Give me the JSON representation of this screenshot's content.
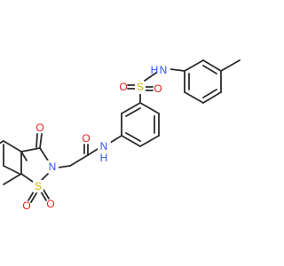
{
  "molecule": {
    "atoms": [
      {
        "id": "N_sulfonamide",
        "text": "N",
        "color": "#3050f8"
      },
      {
        "id": "H_sulfonamide",
        "text": "H",
        "color": "#3050f8"
      },
      {
        "id": "S_sulfonyl",
        "text": "S",
        "color": "#d4b000"
      },
      {
        "id": "O_sulfonyl_left",
        "text": "O",
        "color": "#e0201b"
      },
      {
        "id": "O_sulfonyl_right",
        "text": "O",
        "color": "#e0201b"
      },
      {
        "id": "O_amide",
        "text": "O",
        "color": "#e0201b"
      },
      {
        "id": "N_amide",
        "text": "N",
        "color": "#3050f8"
      },
      {
        "id": "H_amide",
        "text": "H",
        "color": "#3050f8"
      },
      {
        "id": "O_ketone",
        "text": "O",
        "color": "#e0201b"
      },
      {
        "id": "N_ring",
        "text": "N",
        "color": "#3050f8"
      },
      {
        "id": "S_ring",
        "text": "S",
        "color": "#d4b000"
      },
      {
        "id": "O_ring_left",
        "text": "O",
        "color": "#e0201b"
      },
      {
        "id": "O_ring_right",
        "text": "O",
        "color": "#e0201b"
      }
    ]
  }
}
